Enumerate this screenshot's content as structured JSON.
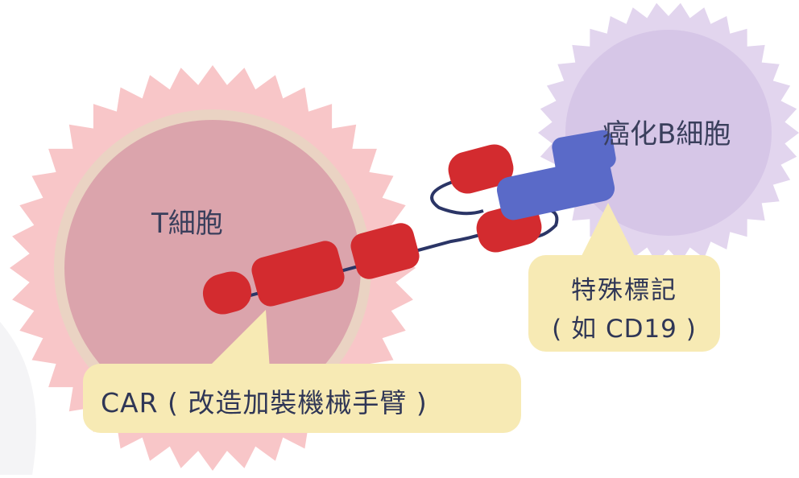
{
  "t_cell": {
    "label": "T細胞"
  },
  "b_cell": {
    "label": "癌化B細胞"
  },
  "car_callout": {
    "text": "CAR ( 改造加裝機械手臂 )"
  },
  "marker_callout": {
    "line1": "特殊標記",
    "line2": "( 如 CD19 )"
  },
  "colors": {
    "t_cell_outer": "#f8c6c8",
    "t_cell_ring": "#ead3c3",
    "t_cell_inner": "#dba4ac",
    "b_cell_outer": "#e2d5ee",
    "b_cell_inner": "#d5c4e6",
    "car_red": "#d32b2f",
    "cd19_blue": "#5a6ac8",
    "linker": "#2b3566",
    "callout_fill": "#f7eab4"
  }
}
